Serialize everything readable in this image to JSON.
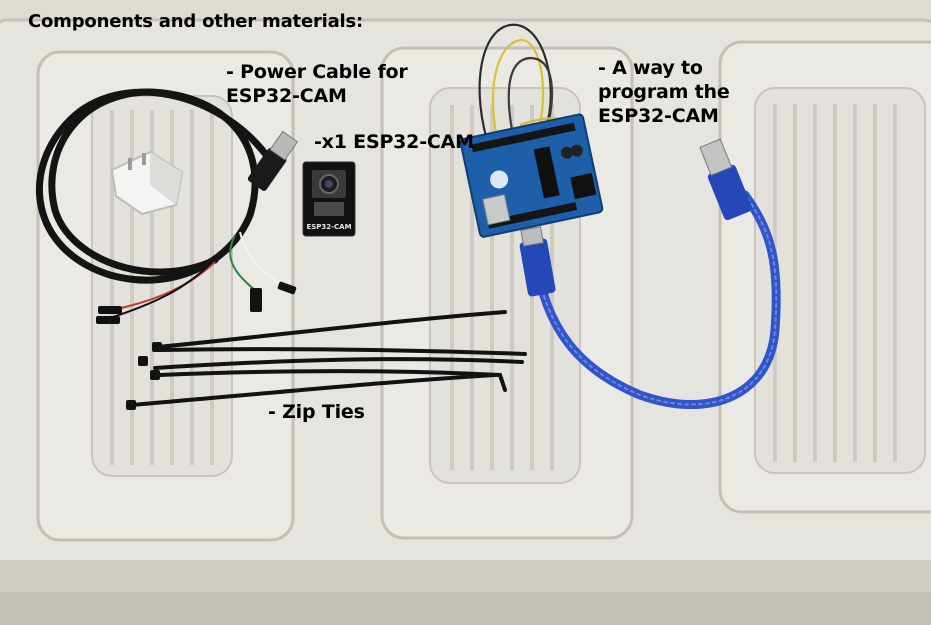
{
  "labels": {
    "title": "Components and other materials:",
    "power_cable": "- Power Cable for\nESP32-CAM",
    "esp32_cam": "-x1 ESP32-CAM",
    "programmer": "- A way to\nprogram the\nESP32-CAM",
    "zip_ties": "- Zip Ties"
  },
  "board_prints": {
    "esp32_board": "ESP32-CAM"
  },
  "colors": {
    "tray": "#e7e5df",
    "tray_shadow": "#bcb8ae",
    "arduino_blue": "#1d5fa8",
    "usb_cable_blue": "#2f55c8",
    "black_cable": "#151515"
  }
}
